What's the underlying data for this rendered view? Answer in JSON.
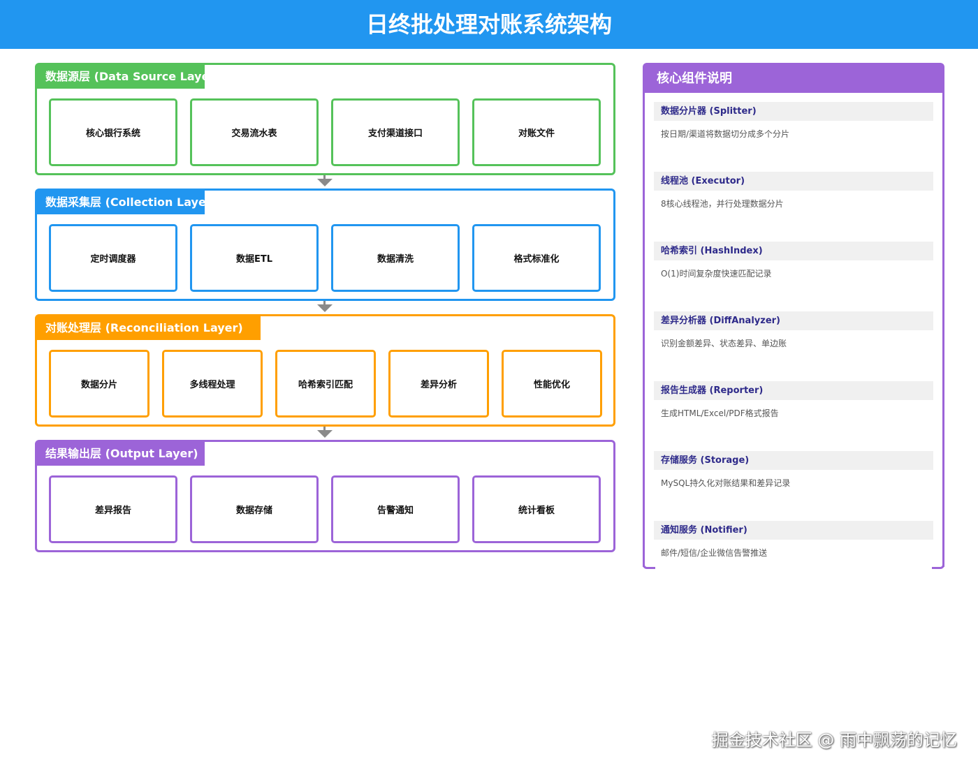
{
  "title": "日终批处理对账系统架构",
  "colors": {
    "source": "#55c25a",
    "collection": "#2196f0",
    "reconciliation": "#ff9f00",
    "output": "#9c64d8",
    "panel": "#9c64d8"
  },
  "layers": [
    {
      "title": "数据源层 (Data Source Layer)",
      "items": [
        "核心银行系统",
        "交易流水表",
        "支付渠道接口",
        "对账文件"
      ]
    },
    {
      "title": "数据采集层 (Collection Layer)",
      "items": [
        "定时调度器",
        "数据ETL",
        "数据清洗",
        "格式标准化"
      ]
    },
    {
      "title": "对账处理层 (Reconciliation Layer)",
      "items": [
        "数据分片",
        "多线程处理",
        "哈希索引匹配",
        "差异分析",
        "性能优化"
      ]
    },
    {
      "title": "结果输出层 (Output Layer)",
      "items": [
        "差异报告",
        "数据存储",
        "告警通知",
        "统计看板"
      ]
    }
  ],
  "panel": {
    "title": "核心组件说明",
    "items": [
      {
        "title": "数据分片器 (Splitter)",
        "desc": "按日期/渠道将数据切分成多个分片"
      },
      {
        "title": "线程池 (Executor)",
        "desc": "8核心线程池，并行处理数据分片"
      },
      {
        "title": "哈希索引 (HashIndex)",
        "desc": "O(1)时间复杂度快速匹配记录"
      },
      {
        "title": "差异分析器 (DiffAnalyzer)",
        "desc": "识别金额差异、状态差异、单边账"
      },
      {
        "title": "报告生成器 (Reporter)",
        "desc": "生成HTML/Excel/PDF格式报告"
      },
      {
        "title": "存储服务 (Storage)",
        "desc": "MySQL持久化对账结果和差异记录"
      },
      {
        "title": "通知服务 (Notifier)",
        "desc": "邮件/短信/企业微信告警推送"
      }
    ]
  },
  "watermark": "掘金技术社区 @ 雨中飘荡的记忆"
}
